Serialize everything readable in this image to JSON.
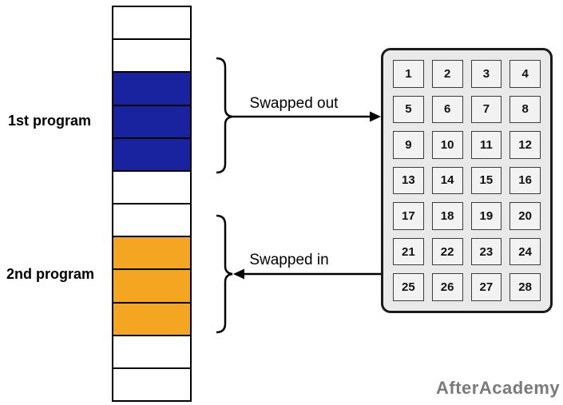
{
  "labels": {
    "first_program": "1st program",
    "second_program": "2nd program",
    "swapped_out": "Swapped out",
    "swapped_in": "Swapped in"
  },
  "memory": {
    "cells": [
      "empty",
      "empty",
      "program1",
      "program1",
      "program1",
      "empty",
      "empty",
      "program2",
      "program2",
      "program2",
      "empty",
      "empty"
    ]
  },
  "disk": {
    "blocks": [
      "1",
      "2",
      "3",
      "4",
      "5",
      "6",
      "7",
      "8",
      "9",
      "10",
      "11",
      "12",
      "13",
      "14",
      "15",
      "16",
      "17",
      "18",
      "19",
      "20",
      "21",
      "22",
      "23",
      "24",
      "25",
      "26",
      "27",
      "28"
    ]
  },
  "watermark": "AfterAcademy",
  "colors": {
    "program1": "#19239f",
    "program2": "#f4a522",
    "disk_background": "#e9e9e9",
    "disk_cell_background": "#f2f2f2",
    "disk_cell_border": "#3c3c3c",
    "watermark_text": "#7a7a7a",
    "line": "#000000"
  }
}
